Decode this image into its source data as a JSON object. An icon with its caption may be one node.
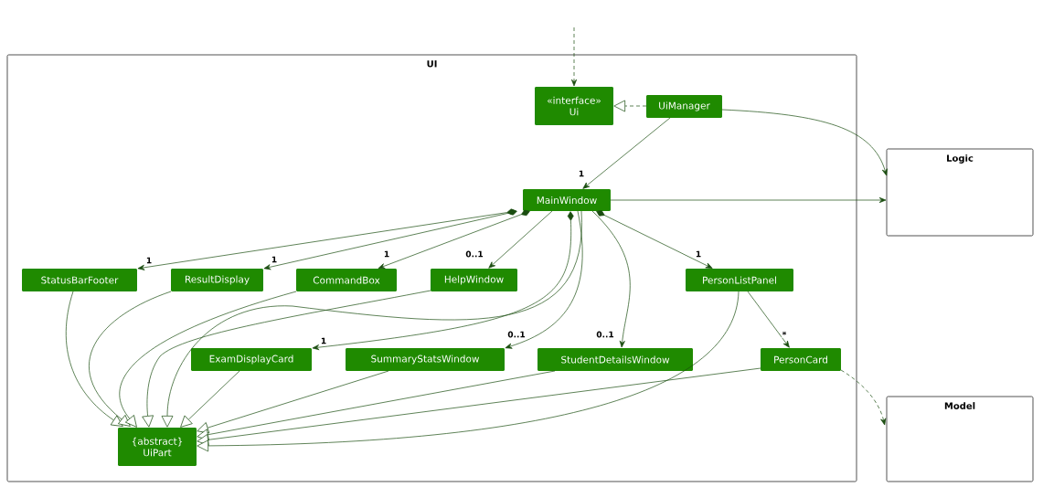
{
  "diagram": {
    "nodes": [
      {
        "text": [
          "UI"
        ]
      },
      {
        "text": [
          "«interface»",
          "Ui"
        ],
        "in": 0
      },
      {
        "text": [
          "UiManager"
        ],
        "in": 0
      },
      {
        "text": [
          "MainWindow"
        ],
        "in": 0
      },
      {
        "text": [
          "StatusBarFooter"
        ],
        "in": 0
      },
      {
        "text": [
          "ResultDisplay"
        ],
        "in": 0
      },
      {
        "text": [
          "CommandBox"
        ],
        "in": 0
      },
      {
        "text": [
          "HelpWindow"
        ],
        "in": 0
      },
      {
        "text": [
          "PersonListPanel"
        ],
        "in": 0
      },
      {
        "text": [
          "ExamDisplayCard"
        ],
        "in": 0
      },
      {
        "text": [
          "SummaryStatsWindow"
        ],
        "in": 0
      },
      {
        "text": [
          "StudentDetailsWindow"
        ],
        "in": 0
      },
      {
        "text": [
          "PersonCard"
        ],
        "in": 0
      },
      {
        "text": [
          "{abstract}",
          "UiPart"
        ],
        "in": 0
      },
      {
        "text": [
          "Logic"
        ]
      },
      {
        "text": [
          "Model"
        ]
      }
    ],
    "edges": [
      {
        "from": null,
        "to": 1,
        "arrow": "to",
        "style": "dashed"
      },
      {
        "from": 2,
        "to": 1,
        "arrow": "to",
        "style": "dashed"
      },
      {
        "from": 2,
        "to": 3,
        "arrow": "to",
        "label": "1"
      },
      {
        "from": 2,
        "to": 14,
        "arrow": "to"
      },
      {
        "from": 3,
        "to": 14,
        "arrow": "to"
      },
      {
        "from": 3,
        "to": 4,
        "arrow": "to",
        "label": "1"
      },
      {
        "from": 3,
        "to": 5,
        "arrow": "to",
        "label": "1"
      },
      {
        "from": 3,
        "to": 6,
        "arrow": "to",
        "label": "1"
      },
      {
        "from": 3,
        "to": 7,
        "arrow": "to",
        "label": "0..1"
      },
      {
        "from": 3,
        "to": 8,
        "arrow": "to",
        "label": "1"
      },
      {
        "from": 3,
        "to": 9,
        "arrow": "to",
        "label": "1"
      },
      {
        "from": 3,
        "to": 10,
        "arrow": "to",
        "label": "0..1"
      },
      {
        "from": 3,
        "to": 11,
        "arrow": "to",
        "label": "0..1"
      },
      {
        "from": 3,
        "to": 13,
        "arrow": "to"
      },
      {
        "from": 8,
        "to": 12,
        "arrow": "to",
        "label": "*"
      },
      {
        "from": 12,
        "to": 15,
        "arrow": "to",
        "style": "dashed"
      },
      {
        "from": 4,
        "to": 13,
        "arrow": "to"
      },
      {
        "from": 5,
        "to": 13,
        "arrow": "to"
      },
      {
        "from": 6,
        "to": 13,
        "arrow": "to"
      },
      {
        "from": 7,
        "to": 13,
        "arrow": "to"
      },
      {
        "from": 9,
        "to": 13,
        "arrow": "to"
      },
      {
        "from": 10,
        "to": 13,
        "arrow": "to"
      },
      {
        "from": 11,
        "to": 13,
        "arrow": "to"
      },
      {
        "from": 12,
        "to": 13,
        "arrow": "to"
      },
      {
        "from": 8,
        "to": 13,
        "arrow": "to"
      }
    ]
  }
}
